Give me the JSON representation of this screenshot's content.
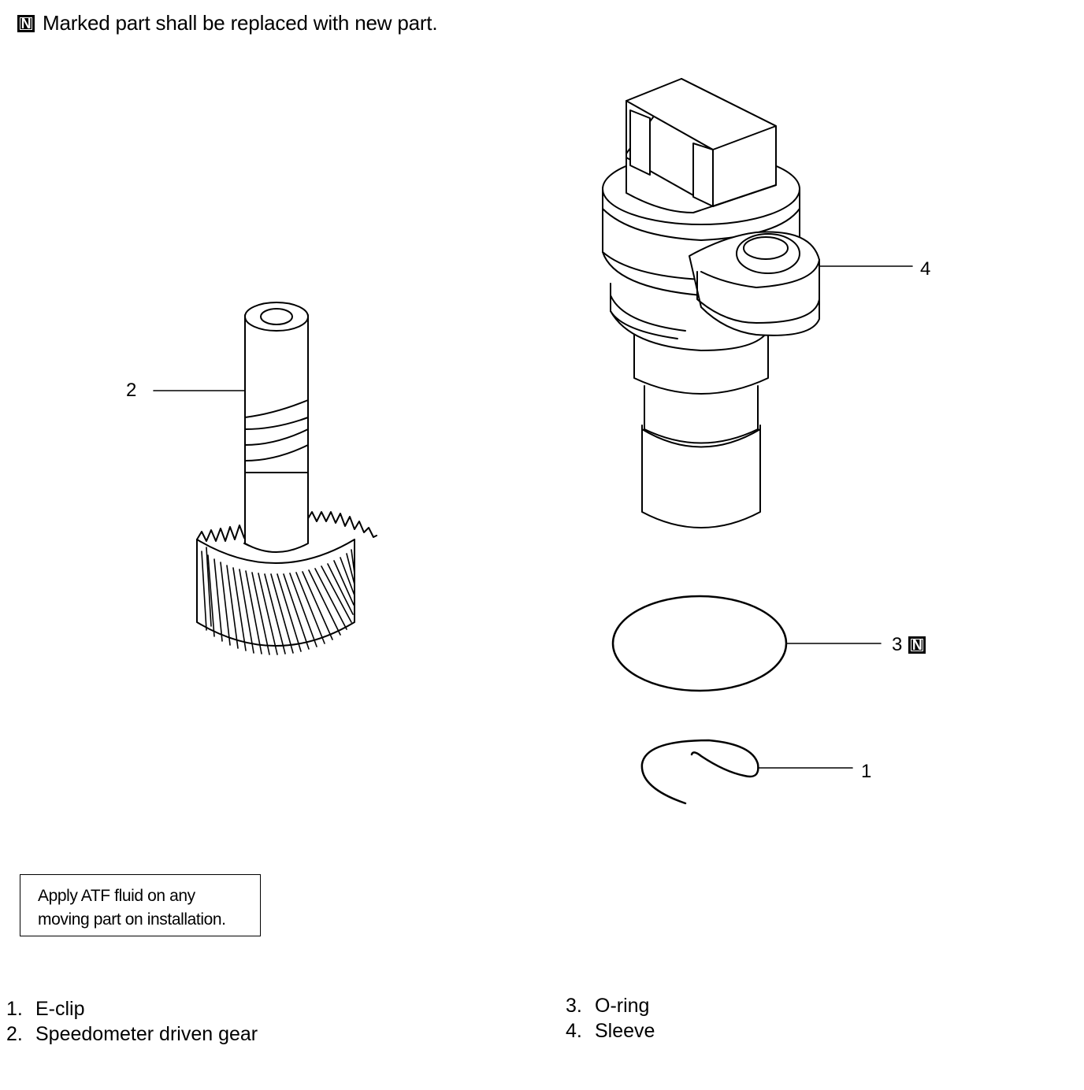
{
  "header": {
    "badge": "N",
    "text": "Marked part shall be replaced with new part."
  },
  "callouts": {
    "c1": "1",
    "c2": "2",
    "c3": "3",
    "c3_badge": "N",
    "c4": "4"
  },
  "note": {
    "line1": "Apply ATF fluid on any",
    "line2": "moving part on installation."
  },
  "legend": {
    "left": [
      {
        "num": "1.",
        "label": "E-clip"
      },
      {
        "num": "2.",
        "label": "Speedometer driven gear"
      }
    ],
    "right": [
      {
        "num": "3.",
        "label": "O-ring"
      },
      {
        "num": "4.",
        "label": "Sleeve"
      }
    ]
  }
}
